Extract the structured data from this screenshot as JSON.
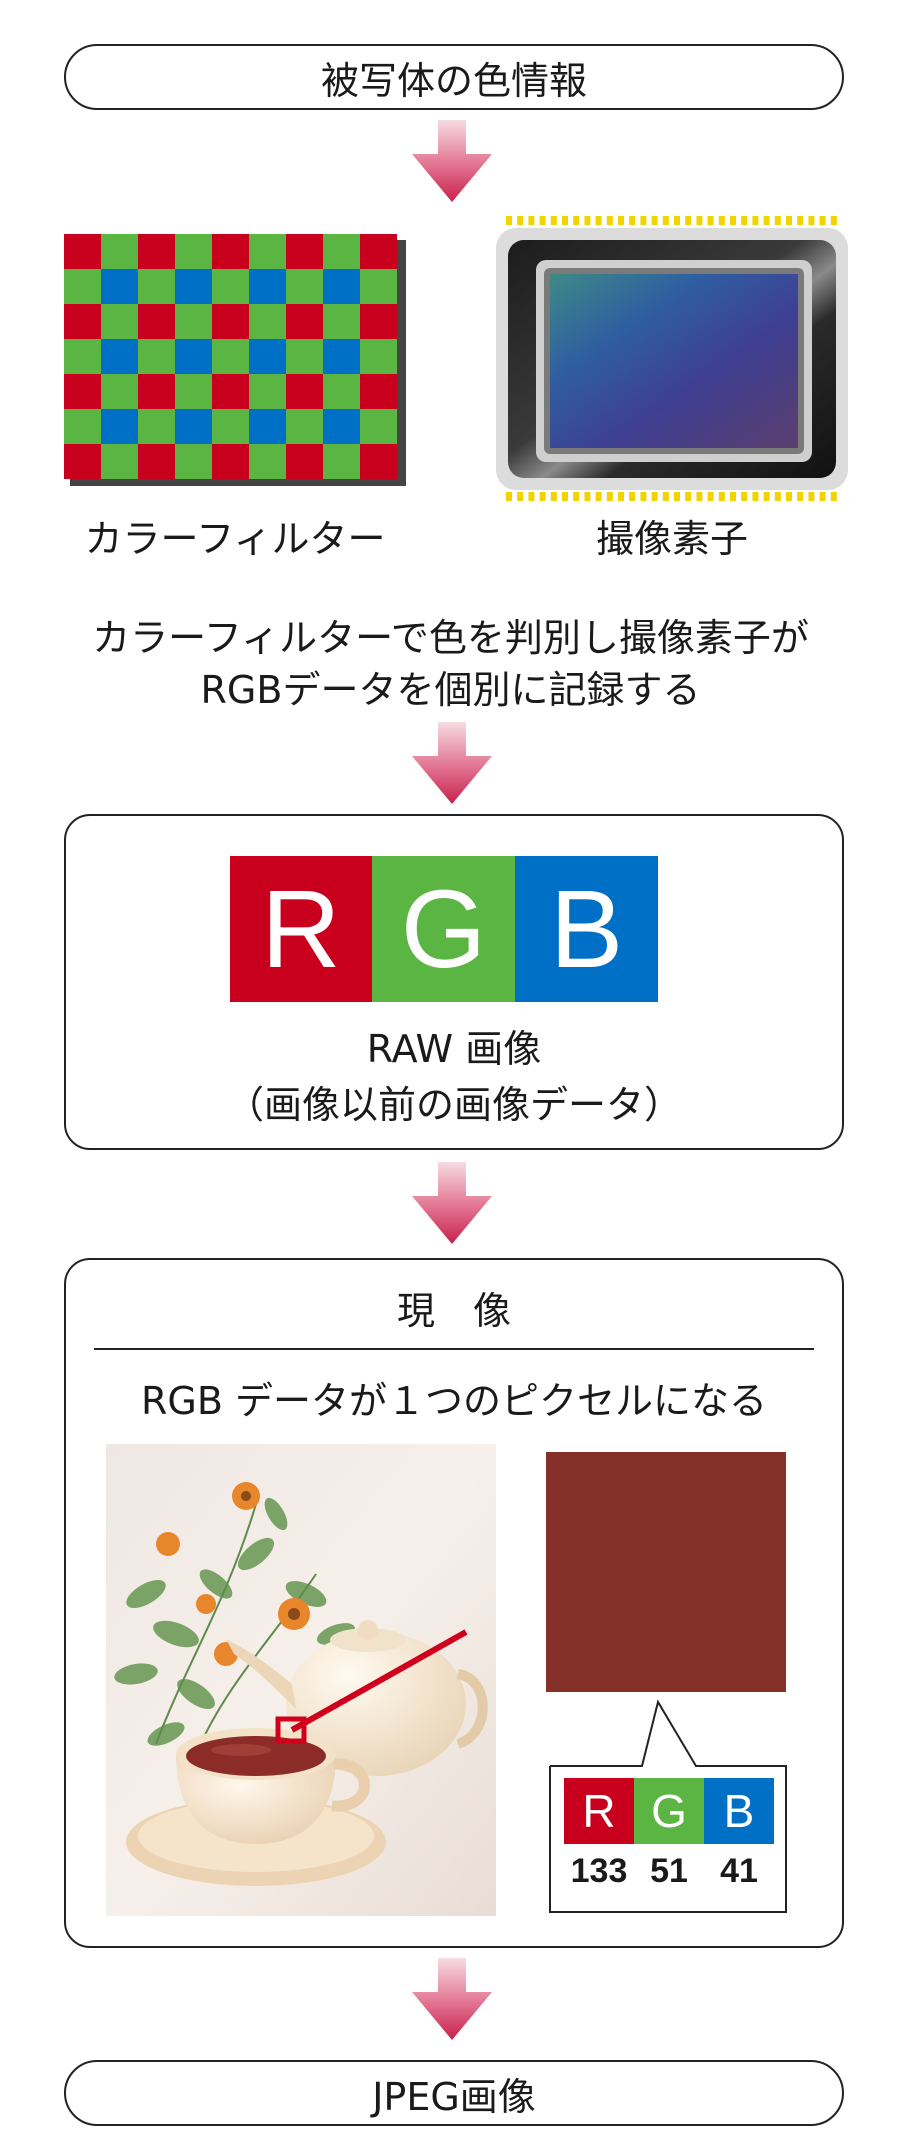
{
  "top_pill": {
    "label": "被写体の色情報"
  },
  "filter": {
    "label": "カラーフィルター"
  },
  "sensor": {
    "label": "撮像素子"
  },
  "description": {
    "line1": "カラーフィルターで色を判別し撮像素子が",
    "line2": "RGBデータを個別に記録する"
  },
  "raw_box": {
    "letters": [
      "R",
      "G",
      "B"
    ],
    "title": "RAW 画像",
    "subtitle": "（画像以前の画像データ）"
  },
  "develop_box": {
    "heading": "現　像",
    "caption": "RGB データが１つのピクセルになる",
    "pixel_letters": [
      "R",
      "G",
      "B"
    ],
    "pixel_values": [
      "133",
      "51",
      "41"
    ],
    "pixel_color": "#853029"
  },
  "bottom_pill": {
    "label": "JPEG画像"
  },
  "colors": {
    "red": "#c8001e",
    "green": "#5bb543",
    "blue": "#0070c6",
    "arrow": "#d6405e"
  }
}
